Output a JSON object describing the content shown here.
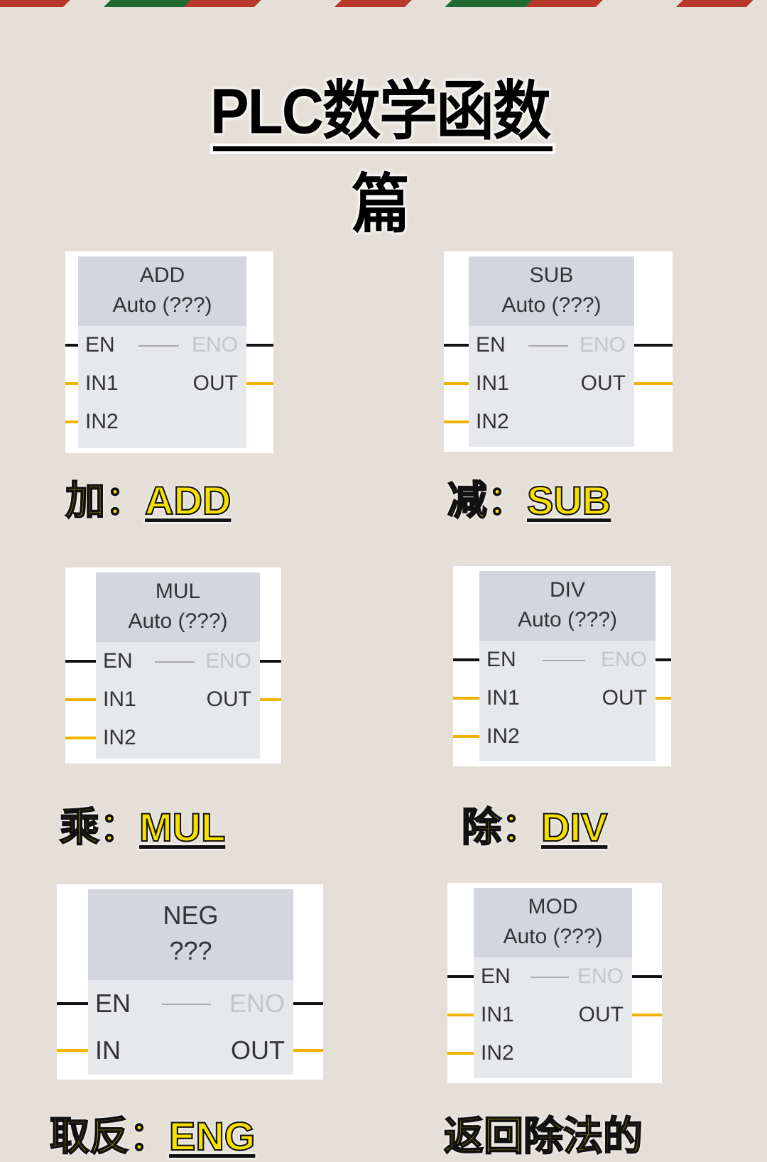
{
  "title": "PLC数学函数篇",
  "colors": {
    "wire_black": "#111111",
    "wire_yellow": "#f0b400",
    "caption": "#f7e000"
  },
  "blocks": [
    {
      "id": "add",
      "name": "ADD",
      "type": "Auto (???)",
      "rows": [
        [
          "EN",
          "ENO"
        ],
        [
          "IN1",
          "OUT"
        ],
        [
          "IN2",
          ""
        ]
      ],
      "caption_cn": "加：",
      "caption_fn": "ADD"
    },
    {
      "id": "sub",
      "name": "SUB",
      "type": "Auto (???)",
      "rows": [
        [
          "EN",
          "ENO"
        ],
        [
          "IN1",
          "OUT"
        ],
        [
          "IN2",
          ""
        ]
      ],
      "caption_cn": "减：",
      "caption_fn": "SUB"
    },
    {
      "id": "mul",
      "name": "MUL",
      "type": "Auto (???)",
      "rows": [
        [
          "EN",
          "ENO"
        ],
        [
          "IN1",
          "OUT"
        ],
        [
          "IN2",
          ""
        ]
      ],
      "caption_cn": "乘：",
      "caption_fn": "MUL"
    },
    {
      "id": "div",
      "name": "DIV",
      "type": "Auto (???)",
      "rows": [
        [
          "EN",
          "ENO"
        ],
        [
          "IN1",
          "OUT"
        ],
        [
          "IN2",
          ""
        ]
      ],
      "caption_cn": "除：",
      "caption_fn": "DIV"
    },
    {
      "id": "neg",
      "name": "NEG",
      "type": "???",
      "rows": [
        [
          "EN",
          "ENO"
        ],
        [
          "IN",
          "OUT"
        ]
      ],
      "caption_cn": "取反：",
      "caption_fn": "ENG"
    },
    {
      "id": "mod",
      "name": "MOD",
      "type": "Auto (???)",
      "rows": [
        [
          "EN",
          "ENO"
        ],
        [
          "IN1",
          "OUT"
        ],
        [
          "IN2",
          ""
        ]
      ],
      "caption_cn": "返回除法的",
      "caption_fn": ""
    }
  ]
}
